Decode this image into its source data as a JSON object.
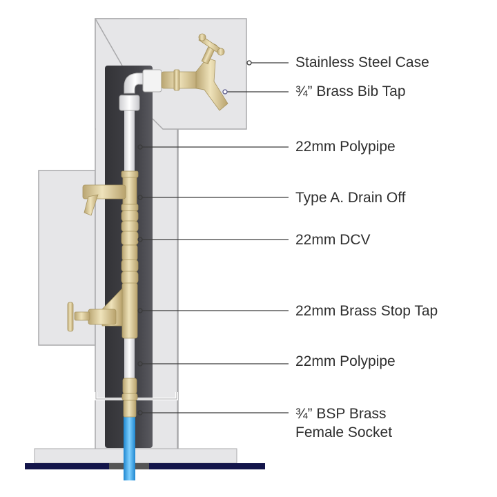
{
  "labels": [
    {
      "text": "Stainless Steel Case"
    },
    {
      "text": "¾” Brass Bib Tap"
    },
    {
      "text": "22mm Polypipe"
    },
    {
      "text": "Type A. Drain Off"
    },
    {
      "text": "22mm DCV"
    },
    {
      "text": "22mm Brass Stop Tap"
    },
    {
      "text": "22mm Polypipe"
    },
    {
      "text": "¾” BSP Brass",
      "text2": "Female Socket"
    }
  ],
  "colors": {
    "case": "#e6e6e8",
    "case_outline": "#a9a9ab",
    "inner_panel": "#3f3f43",
    "brass": "#d8c79a",
    "supply_pipe": "#2f9fe0",
    "ground": "#13154a",
    "leader_line": "#3a3a3a"
  }
}
